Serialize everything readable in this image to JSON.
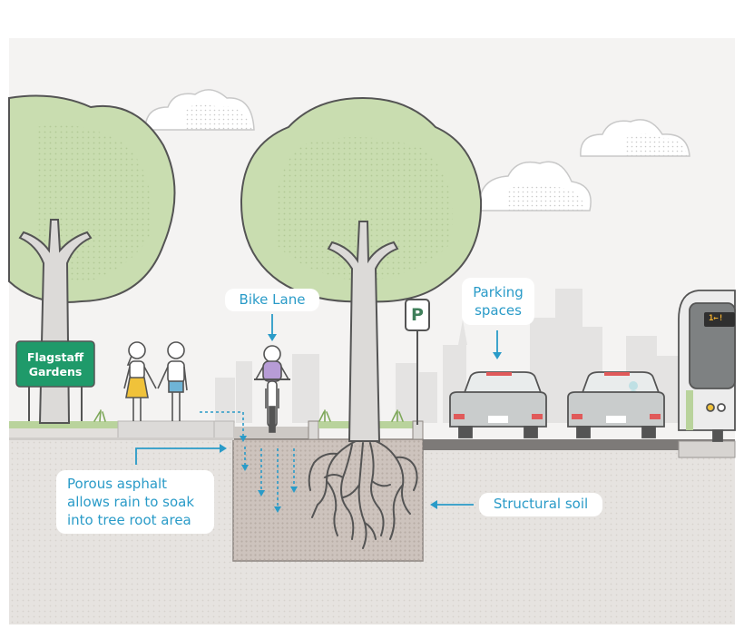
{
  "labels": {
    "bike_lane": "Bike Lane",
    "parking_line1": "Parking",
    "parking_line2": "spaces",
    "porous_line1": "Porous asphalt",
    "porous_line2": "allows rain to soak",
    "porous_line3": "into tree root area",
    "structural_soil": "Structural soil"
  },
  "sign": {
    "line1": "Flagstaff",
    "line2": "Gardens"
  },
  "parking_sign": "P",
  "bus_display": "1←!",
  "colors": {
    "accent": "#2a9bc8",
    "tree_canopy": "#c9ddb0",
    "sign_green": "#1f9a6a",
    "soil": "#cdc3bd",
    "ground": "#e6e3e0",
    "outline": "#545454"
  },
  "icons": [
    "tree-icon",
    "cloud-icon",
    "person-icon",
    "cyclist-icon",
    "car-icon",
    "bus-icon",
    "parking-sign-icon",
    "roots-icon",
    "rain-arrow-icon"
  ]
}
